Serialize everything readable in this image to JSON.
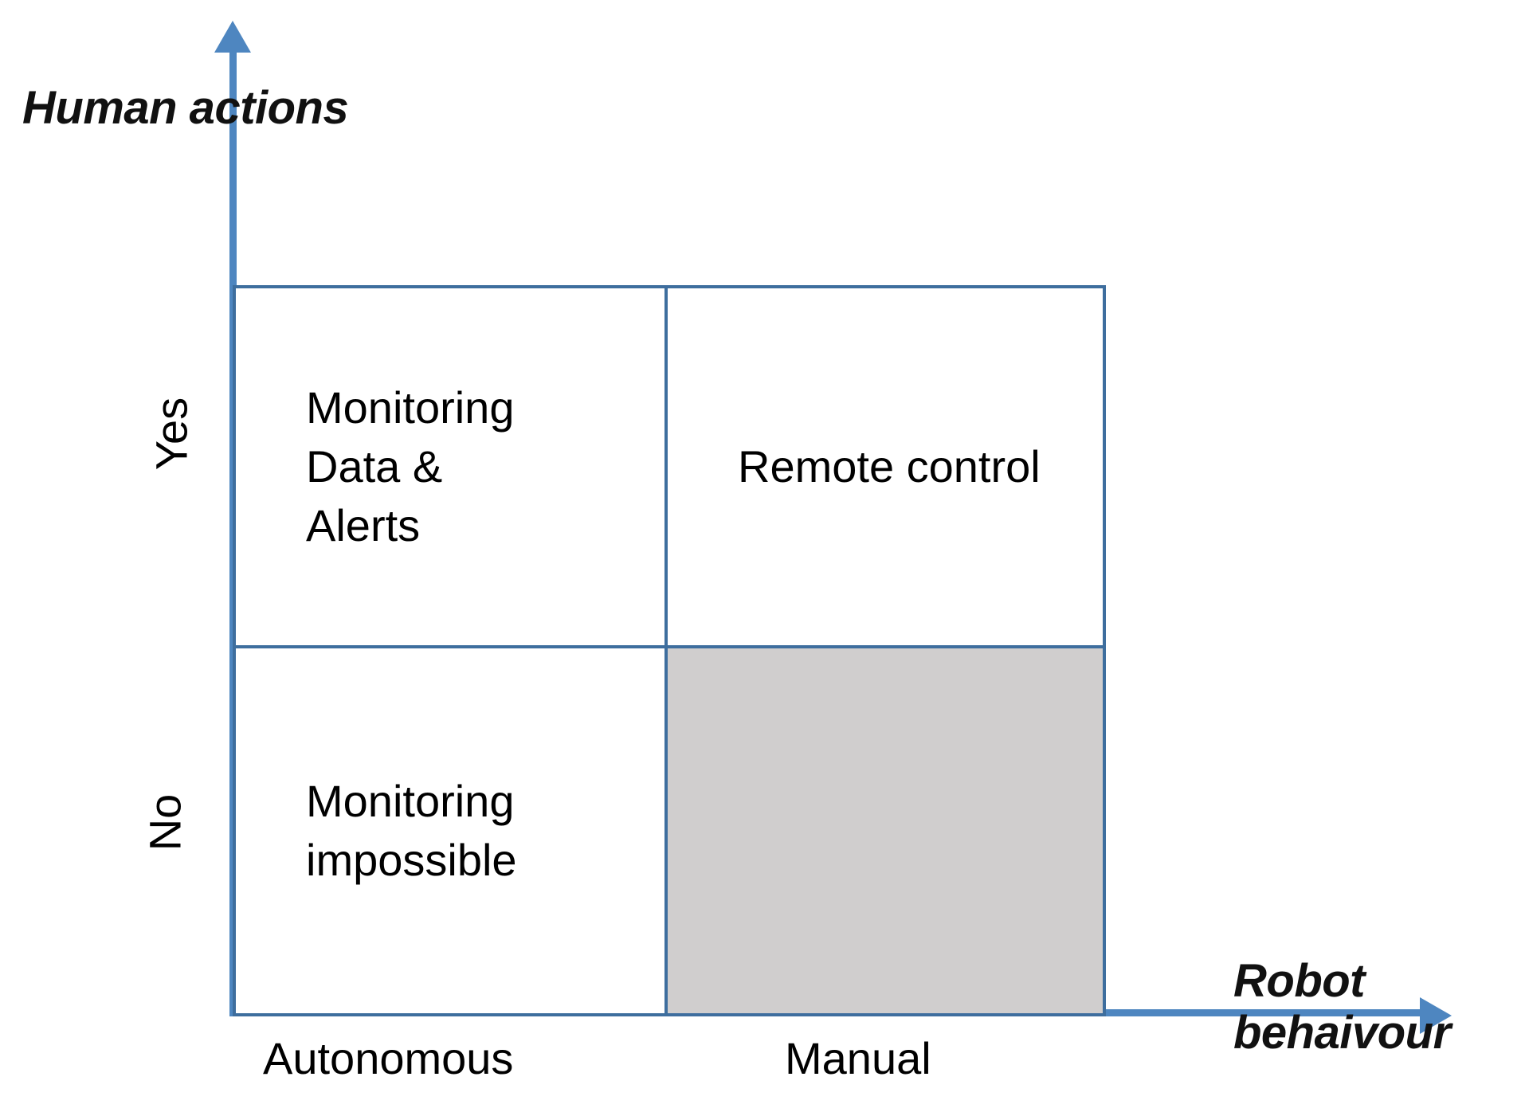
{
  "diagram": {
    "title": "Human actions vs Robot behaivour 2x2 matrix",
    "axes": {
      "y": {
        "title": "Human actions",
        "ticks": [
          "Yes",
          "No"
        ],
        "arrow_icon": "arrow-up-icon"
      },
      "x": {
        "title": "Robot\nbehaivour",
        "ticks": [
          "Autonomous",
          "Manual"
        ],
        "arrow_icon": "arrow-right-icon"
      }
    },
    "cells": [
      {
        "id": "top-left",
        "row": "Yes",
        "column": "Autonomous",
        "text": "Monitoring\nData &\nAlerts",
        "shaded": false
      },
      {
        "id": "top-right",
        "row": "Yes",
        "column": "Manual",
        "text": "Remote control",
        "shaded": false
      },
      {
        "id": "bottom-left",
        "row": "No",
        "column": "Autonomous",
        "text": "Monitoring\nimpossible",
        "shaded": false
      },
      {
        "id": "bottom-right",
        "row": "No",
        "column": "Manual",
        "text": "",
        "shaded": true
      }
    ],
    "colors": {
      "axis": "#4E86C0",
      "cell_border": "#3E6E9E",
      "shaded_fill": "#D0CECE",
      "text": "#000000",
      "background": "#FFFFFF"
    }
  }
}
